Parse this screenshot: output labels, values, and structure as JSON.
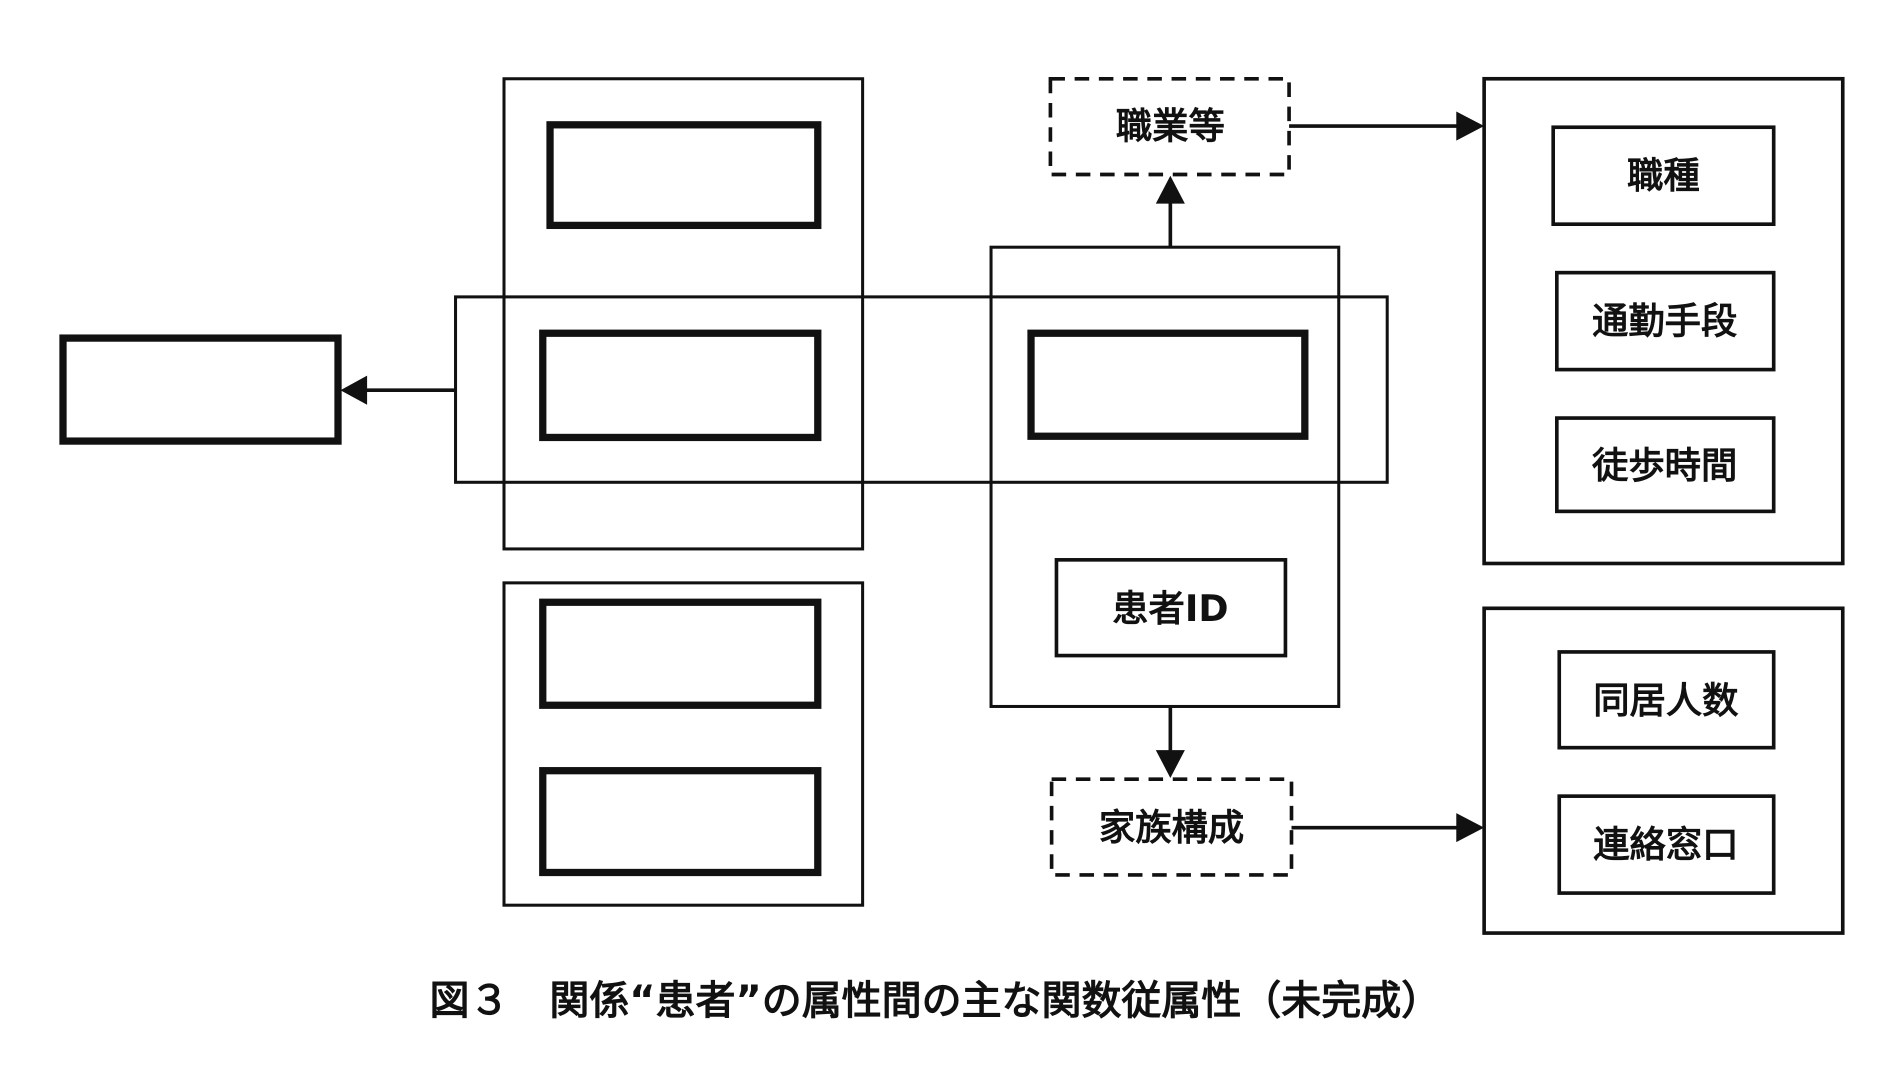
{
  "diagram": {
    "nodes": {
      "occupation_group": "職業等",
      "family_group": "家族構成",
      "patient_id": "患者ID",
      "job_type": "職種",
      "commute_means": "通勤手段",
      "walking_time": "徒歩時間",
      "household_size": "同居人数",
      "contact_window": "連絡窓口"
    },
    "caption": "図３　関係“患者”の属性間の主な関数従属性（未完成）"
  }
}
